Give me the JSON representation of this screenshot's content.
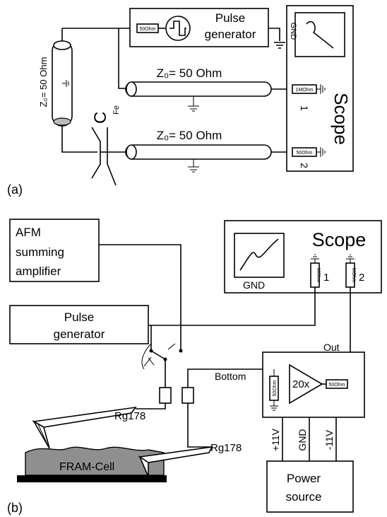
{
  "panel_a": {
    "label": "(a)",
    "pulse_generator_line1": "Pulse",
    "pulse_generator_line2": "generator",
    "pulse_resistor": "50Ohm",
    "scope_label": "Scope",
    "scope_gnd": "GND",
    "cable_vertical": "Z₀= 50 Ohm",
    "cable_1": "Z₀= 50 Ohm",
    "cable_2": "Z₀= 50 Ohm",
    "term_1": "1MOhm",
    "term_2": "50Ohm",
    "channel_1": "1",
    "channel_2": "2",
    "capacitor_label": "C",
    "capacitor_sub": "Fe"
  },
  "panel_b": {
    "label": "(b)",
    "afm_line1": "AFM",
    "afm_line2": "summing",
    "afm_line3": "amplifier",
    "pulse_line1": "Pulse",
    "pulse_line2": "generator",
    "scope_label": "Scope",
    "scope_gnd": "GND",
    "probe_1": "MOhm",
    "probe_2": "MOhm",
    "channel_1": "1",
    "channel_2": "2",
    "out_label": "Out",
    "bottom_label": "Bottom",
    "amp_gain": "20x",
    "resistor_vertical": "50Ohm",
    "resistor_out": "50Ohm",
    "supply_plus": "+11V",
    "supply_gnd": "GND",
    "supply_minus": "-11V",
    "power_line1": "Power",
    "power_line2": "source",
    "tip_1": "Rg178",
    "tip_2": "Rg178",
    "fram_cell": "FRAM-Cell"
  }
}
